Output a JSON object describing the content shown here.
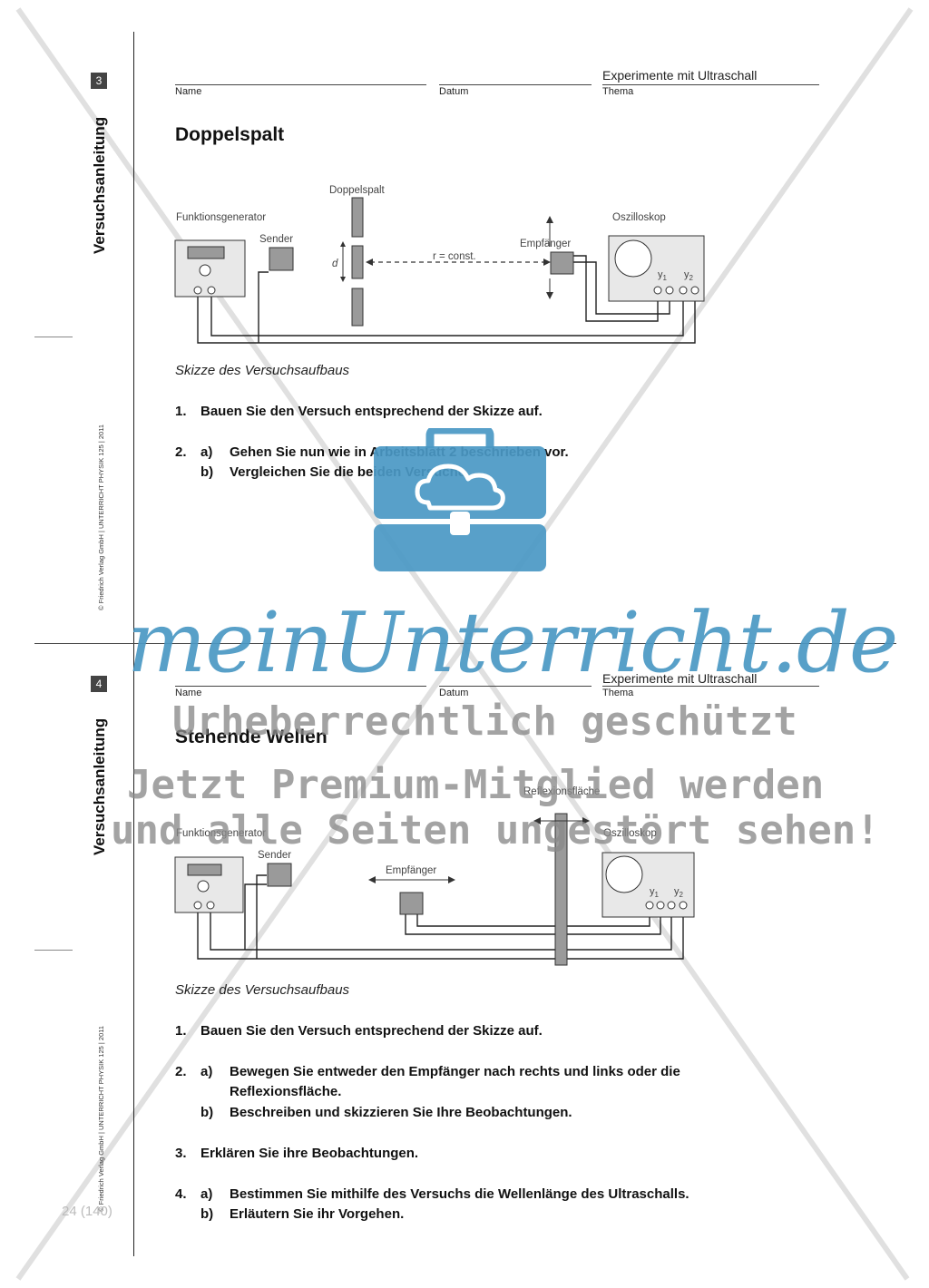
{
  "sidebar": {
    "top": {
      "page_number": "3",
      "title": "Versuchsanleitung",
      "copyright": "© Friedrich Verlag GmbH | UNTERRICHT PHYSIK  125 | 2011"
    },
    "bottom": {
      "page_number": "4",
      "title": "Versuchsanleitung",
      "copyright": "© Friedrich Verlag GmbH | UNTERRICHT PHYSIK  125 | 2011"
    },
    "page_footer": "24 (140)"
  },
  "sheet1": {
    "header": {
      "name_label": "Name",
      "date_label": "Datum",
      "topic_label": "Thema",
      "topic_value": "Experimente mit Ultraschall"
    },
    "title": "Doppelspalt",
    "diagram": {
      "generator": "Funktionsgenerator",
      "sender": "Sender",
      "slit": "Doppelspalt",
      "d": "d",
      "distance": "r = const.",
      "receiver": "Empfänger",
      "scope": "Oszilloskop",
      "y1": "y",
      "y1_sub": "1",
      "y2": "y",
      "y2_sub": "2"
    },
    "caption": "Skizze des Versuchsaufbaus",
    "tasks": [
      {
        "num": "1.",
        "sub": "",
        "text": "Bauen Sie den Versuch entsprechend der Skizze auf."
      },
      {
        "num": "2.",
        "sub": "a)",
        "text": "Gehen Sie nun wie in Arbeitsblatt 2 beschrieben vor."
      },
      {
        "num": "",
        "sub": "b)",
        "text": "Vergleichen Sie die beiden Versuche."
      }
    ]
  },
  "sheet2": {
    "header": {
      "name_label": "Name",
      "date_label": "Datum",
      "topic_label": "Thema",
      "topic_value": "Experimente mit Ultraschall"
    },
    "title": "Stehende Wellen",
    "diagram": {
      "reflector": "Reflexionsfläche",
      "generator": "Funktionsgenerator",
      "sender": "Sender",
      "receiver": "Empfänger",
      "scope": "Oszilloskop",
      "y1": "y",
      "y1_sub": "1",
      "y2": "y",
      "y2_sub": "2"
    },
    "caption": "Skizze des Versuchsaufbaus",
    "tasks": [
      {
        "num": "1.",
        "sub": "",
        "text": "Bauen Sie den Versuch entsprechend der Skizze auf."
      },
      {
        "num": "2.",
        "sub": "a)",
        "text": "Bewegen Sie entweder den Empfänger nach rechts und links oder die"
      },
      {
        "num": "",
        "sub": "",
        "text": "Reflexionsfläche."
      },
      {
        "num": "",
        "sub": "b)",
        "text": "Beschreiben und skizzieren Sie Ihre Beobachtungen."
      },
      {
        "num": "3.",
        "sub": "",
        "text": "Erklären Sie ihre Beobachtungen."
      },
      {
        "num": "4.",
        "sub": "a)",
        "text": "Bestimmen Sie mithilfe des Versuchs die Wellenlänge des Ultraschalls."
      },
      {
        "num": "",
        "sub": "b)",
        "text": "Erläutern Sie ihr Vorgehen."
      }
    ]
  },
  "watermark": {
    "logo": "meinUnterricht.de",
    "line1": "Urheberrechtlich geschützt",
    "line2": "Jetzt Premium-Mitglied werden",
    "line3": "und alle Seiten ungestört sehen!"
  },
  "colors": {
    "brand": "#4a98c4",
    "device_gray": "#9a9a9a"
  }
}
